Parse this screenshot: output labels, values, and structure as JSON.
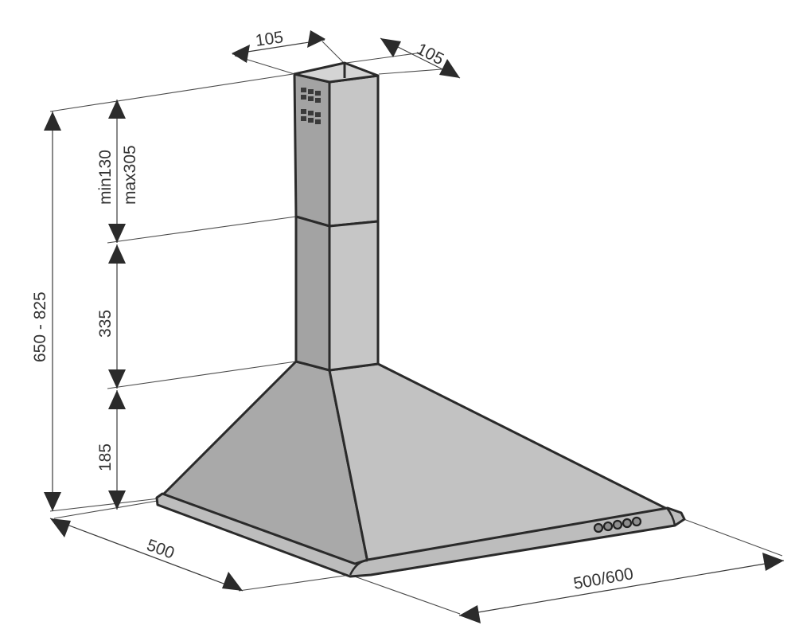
{
  "dimensions": {
    "duct_width_front": "105",
    "duct_width_side": "105",
    "duct_adjustable_min": "min130",
    "duct_adjustable_max": "max305",
    "duct_fixed": "335",
    "hood_height": "185",
    "total_height": "650 - 825",
    "depth": "500",
    "width": "500/600"
  },
  "colors": {
    "background": "#ffffff",
    "hood_left_face": "#a9a9a9",
    "hood_right_face": "#c2c2c2",
    "duct_front": "#a3a3a3",
    "duct_side": "#c6c6c6",
    "rim": "#bdbdbd",
    "outline": "#2a2a2a",
    "dimension_line": "#3a3a3a"
  },
  "icons": {
    "vent_grille": "vent-grille-icon",
    "control_buttons": "control-buttons"
  }
}
